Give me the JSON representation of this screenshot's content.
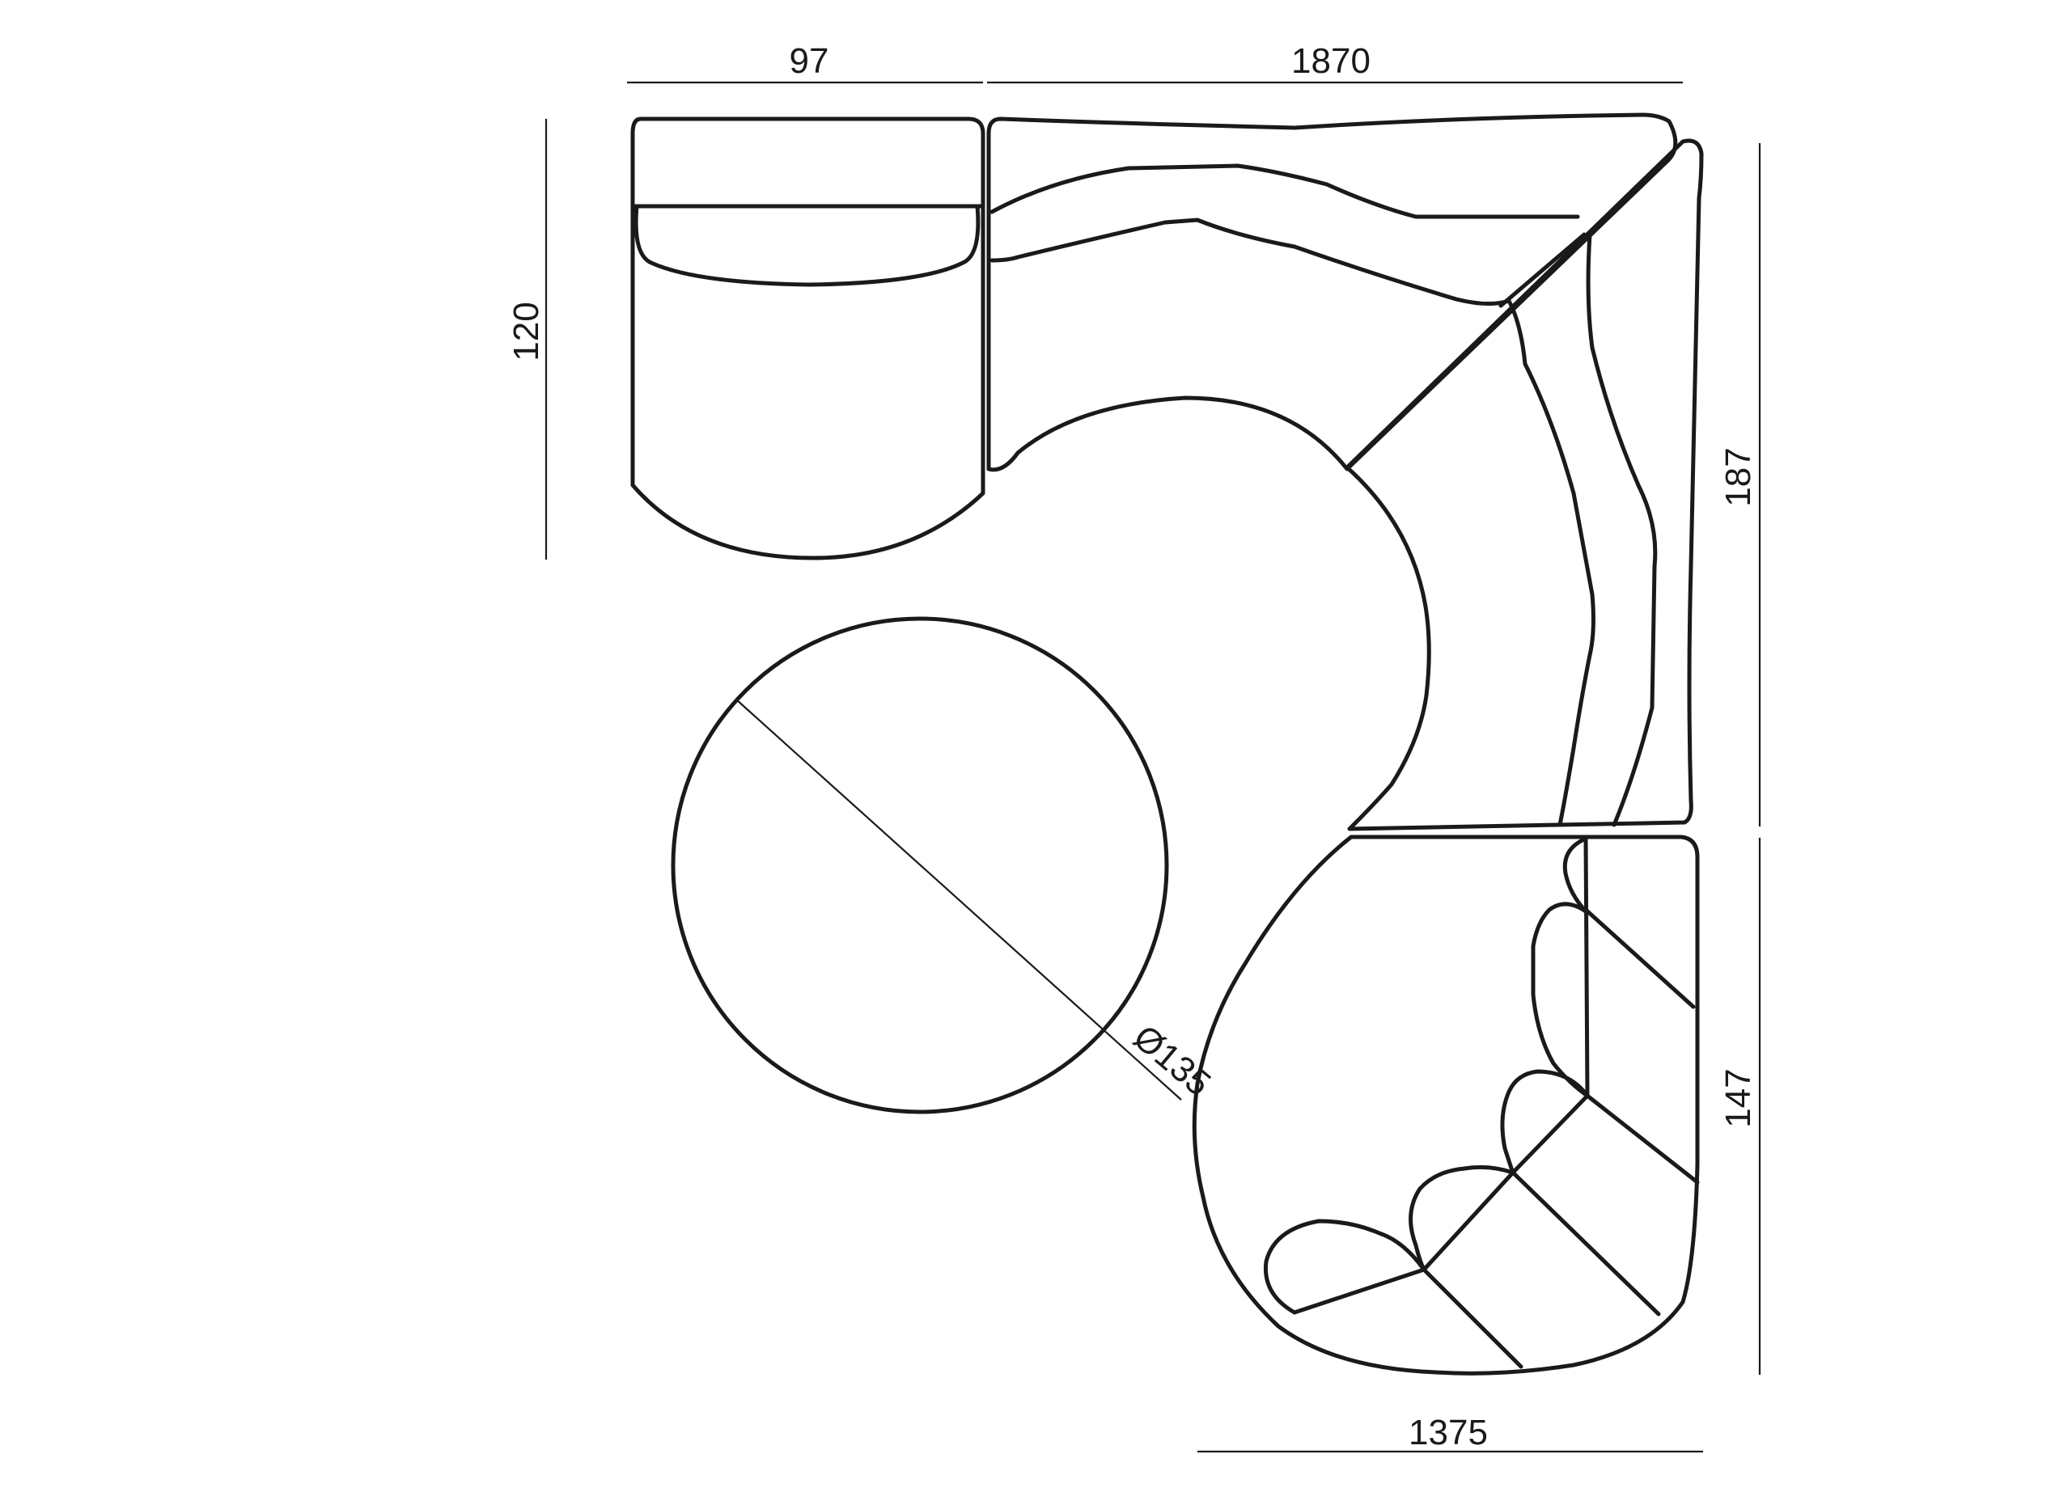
{
  "diagram": {
    "dimensions": {
      "top_left": "97",
      "top_right": "1870",
      "left_vertical": "120",
      "right_upper": "187",
      "right_lower": "147",
      "bottom": "1375",
      "diameter": "Ø135"
    },
    "colors": {
      "stroke": "#1a1a1a",
      "background": "#ffffff"
    }
  }
}
